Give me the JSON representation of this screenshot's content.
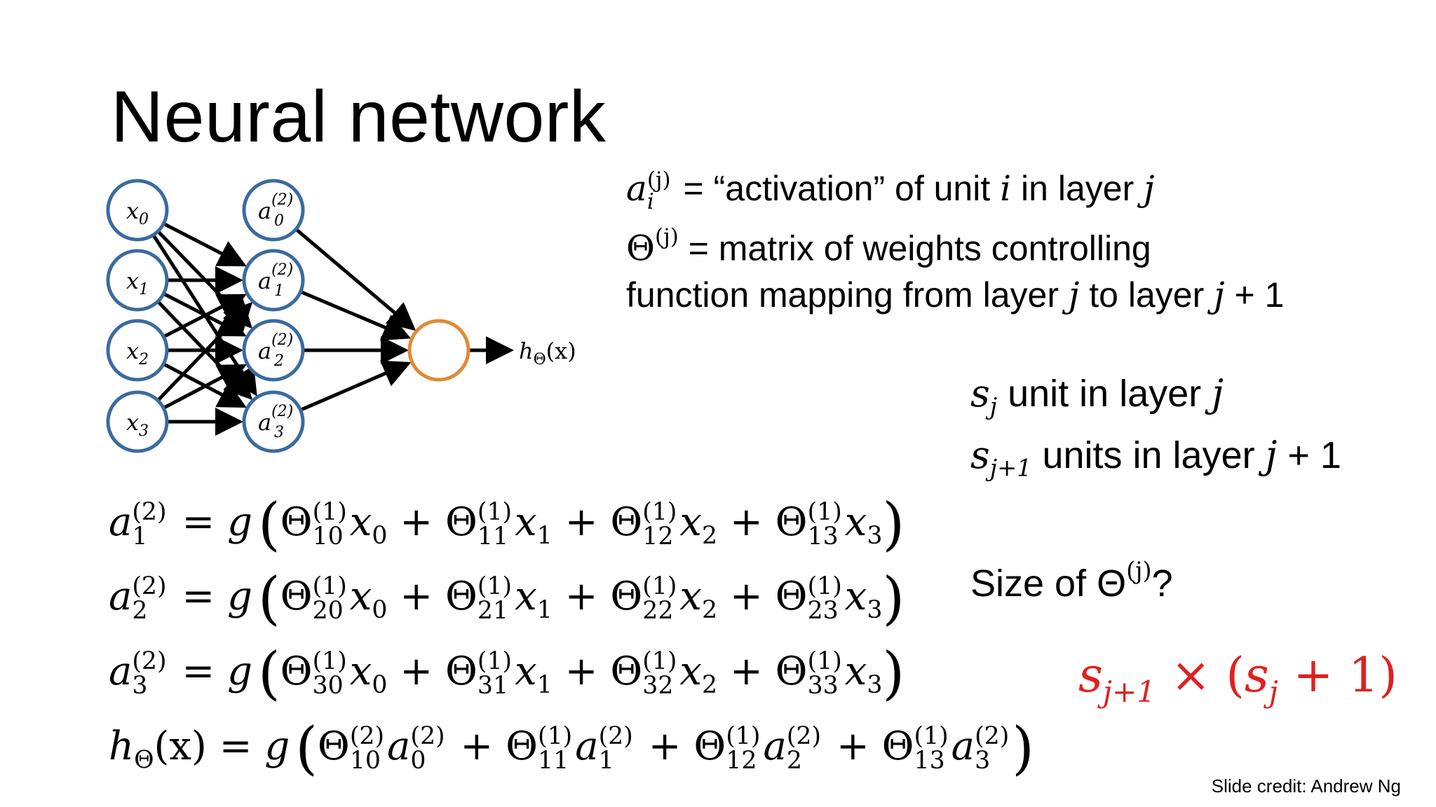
{
  "title": "Neural network",
  "diagram": {
    "inputs": [
      {
        "var": "x",
        "sub": "0"
      },
      {
        "var": "x",
        "sub": "1"
      },
      {
        "var": "x",
        "sub": "2"
      },
      {
        "var": "x",
        "sub": "3"
      }
    ],
    "hidden": [
      {
        "var": "a",
        "sup": "(2)",
        "sub": "0"
      },
      {
        "var": "a",
        "sup": "(2)",
        "sub": "1"
      },
      {
        "var": "a",
        "sup": "(2)",
        "sub": "2"
      },
      {
        "var": "a",
        "sup": "(2)",
        "sub": "3"
      }
    ],
    "output_label": {
      "h": "h",
      "sub": "Θ",
      "arg": "(x)"
    },
    "colors": {
      "input_node": "#3b6aa0",
      "output_node": "#e08a35",
      "arrow": "#000000"
    }
  },
  "definitions": {
    "activation": {
      "sym": "a",
      "sup": "(j)",
      "sub": "i",
      "eq": " = “activation” of unit ",
      "i": "i",
      "mid": " in layer ",
      "j": "j"
    },
    "theta": {
      "sym": "Θ",
      "sup": "(j)",
      "eq": " = matrix of weights controlling"
    },
    "theta_cont": {
      "text": "function mapping from layer ",
      "j": "j",
      "mid": " to layer ",
      "j2": "j",
      "end": " + 1"
    }
  },
  "units": {
    "sj": {
      "s": "s",
      "sub": "j",
      "text": " unit in layer ",
      "j": "j"
    },
    "sj1": {
      "s": "s",
      "sub": "j+1",
      "text": " units in layer ",
      "j": "j",
      "end": " + 1"
    }
  },
  "question": {
    "text": "Size of Θ",
    "sup": "(j)",
    "end": "?"
  },
  "answer": {
    "s": "s",
    "sub1": "j+1",
    "times": " × (",
    "s2": "s",
    "sub2": "j",
    "end": " + 1)"
  },
  "equations": [
    {
      "lhs_sym": "a",
      "lhs_sup": "(2)",
      "lhs_sub": "1",
      "terms": [
        {
          "sup": "(1)",
          "sub": "10",
          "var": "x",
          "vsub": "0"
        },
        {
          "sup": "(1)",
          "sub": "11",
          "var": "x",
          "vsub": "1"
        },
        {
          "sup": "(1)",
          "sub": "12",
          "var": "x",
          "vsub": "2"
        },
        {
          "sup": "(1)",
          "sub": "13",
          "var": "x",
          "vsub": "3"
        }
      ]
    },
    {
      "lhs_sym": "a",
      "lhs_sup": "(2)",
      "lhs_sub": "2",
      "terms": [
        {
          "sup": "(1)",
          "sub": "20",
          "var": "x",
          "vsub": "0"
        },
        {
          "sup": "(1)",
          "sub": "21",
          "var": "x",
          "vsub": "1"
        },
        {
          "sup": "(1)",
          "sub": "22",
          "var": "x",
          "vsub": "2"
        },
        {
          "sup": "(1)",
          "sub": "23",
          "var": "x",
          "vsub": "3"
        }
      ]
    },
    {
      "lhs_sym": "a",
      "lhs_sup": "(2)",
      "lhs_sub": "3",
      "terms": [
        {
          "sup": "(1)",
          "sub": "30",
          "var": "x",
          "vsub": "0"
        },
        {
          "sup": "(1)",
          "sub": "31",
          "var": "x",
          "vsub": "1"
        },
        {
          "sup": "(1)",
          "sub": "32",
          "var": "x",
          "vsub": "2"
        },
        {
          "sup": "(1)",
          "sub": "33",
          "var": "x",
          "vsub": "3"
        }
      ]
    },
    {
      "lhs_h": "h",
      "lhs_hsub": "Θ",
      "lhs_arg": "(x)",
      "terms": [
        {
          "sup": "(2)",
          "sub": "10",
          "var": "a",
          "vsup": "(2)",
          "vsub": "0"
        },
        {
          "sup": "(1)",
          "sub": "11",
          "var": "a",
          "vsup": "(2)",
          "vsub": "1"
        },
        {
          "sup": "(1)",
          "sub": "12",
          "var": "a",
          "vsup": "(2)",
          "vsub": "2"
        },
        {
          "sup": "(1)",
          "sub": "13",
          "var": "a",
          "vsup": "(2)",
          "vsub": "3"
        }
      ]
    }
  ],
  "math_common": {
    "eq": " = ",
    "g": "g",
    "theta": "Θ",
    "plus": " + ",
    "lparen": "(",
    "rparen": ")"
  },
  "credit": "Slide credit: Andrew Ng"
}
